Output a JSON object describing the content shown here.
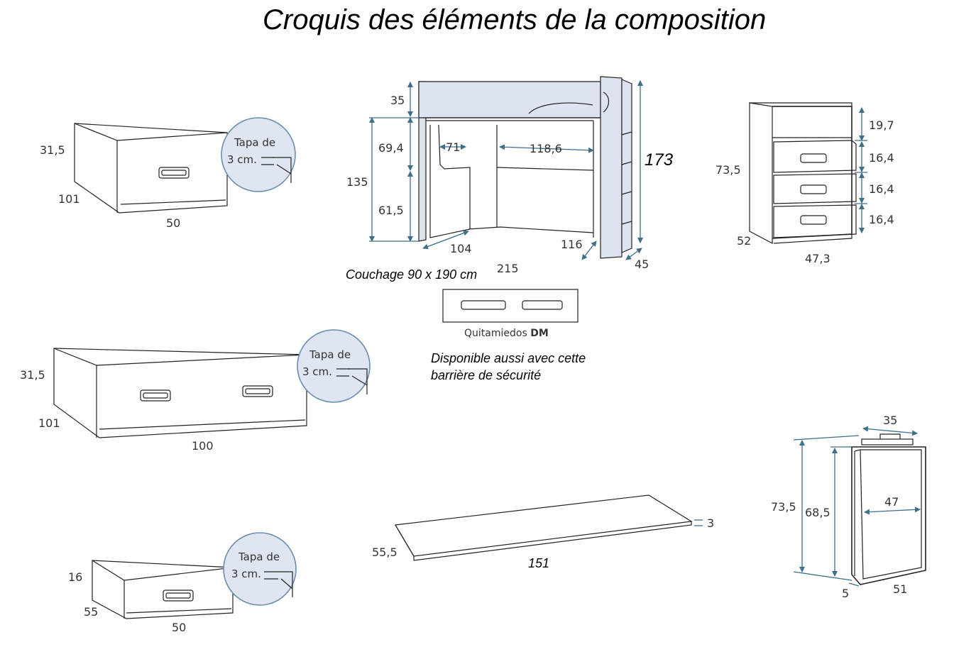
{
  "title": "Croquis des éléments de la composition",
  "drawer_small": {
    "height": "31,5",
    "depth": "101",
    "width": "50"
  },
  "drawer_large": {
    "height": "31,5",
    "depth": "101",
    "width": "100"
  },
  "drawer_low": {
    "height": "16",
    "depth": "55",
    "width": "50"
  },
  "tapa_callout": {
    "line1": "Tapa de",
    "line2": "3 cm."
  },
  "bed": {
    "top_rail": "35",
    "upper_gap": "69,4",
    "total_left": "135",
    "lower_gap": "61,5",
    "opening_width": "71",
    "desk_width": "118,6",
    "total_height": "173",
    "depth_left": "104",
    "depth_right": "116",
    "ladder_depth": "45",
    "length": "215",
    "sleeping": "Couchage 90 x 190 cm"
  },
  "guard": {
    "label": "Quitamiedos",
    "label_bold": "DM",
    "note_line1": "Disponible aussi avec cette",
    "note_line2": "barrière de sécurité"
  },
  "chest": {
    "shelf": "19,7",
    "drawer1": "16,4",
    "drawer2": "16,4",
    "drawer3": "16,4",
    "height": "73,5",
    "depth": "52",
    "width": "47,3"
  },
  "desktop": {
    "thickness": "3",
    "depth": "55,5",
    "length": "151"
  },
  "desk_leg": {
    "width_top": "35",
    "outer_height": "73,5",
    "inner_height": "68,5",
    "inner_width": "47",
    "thickness": "5",
    "depth": "51"
  }
}
